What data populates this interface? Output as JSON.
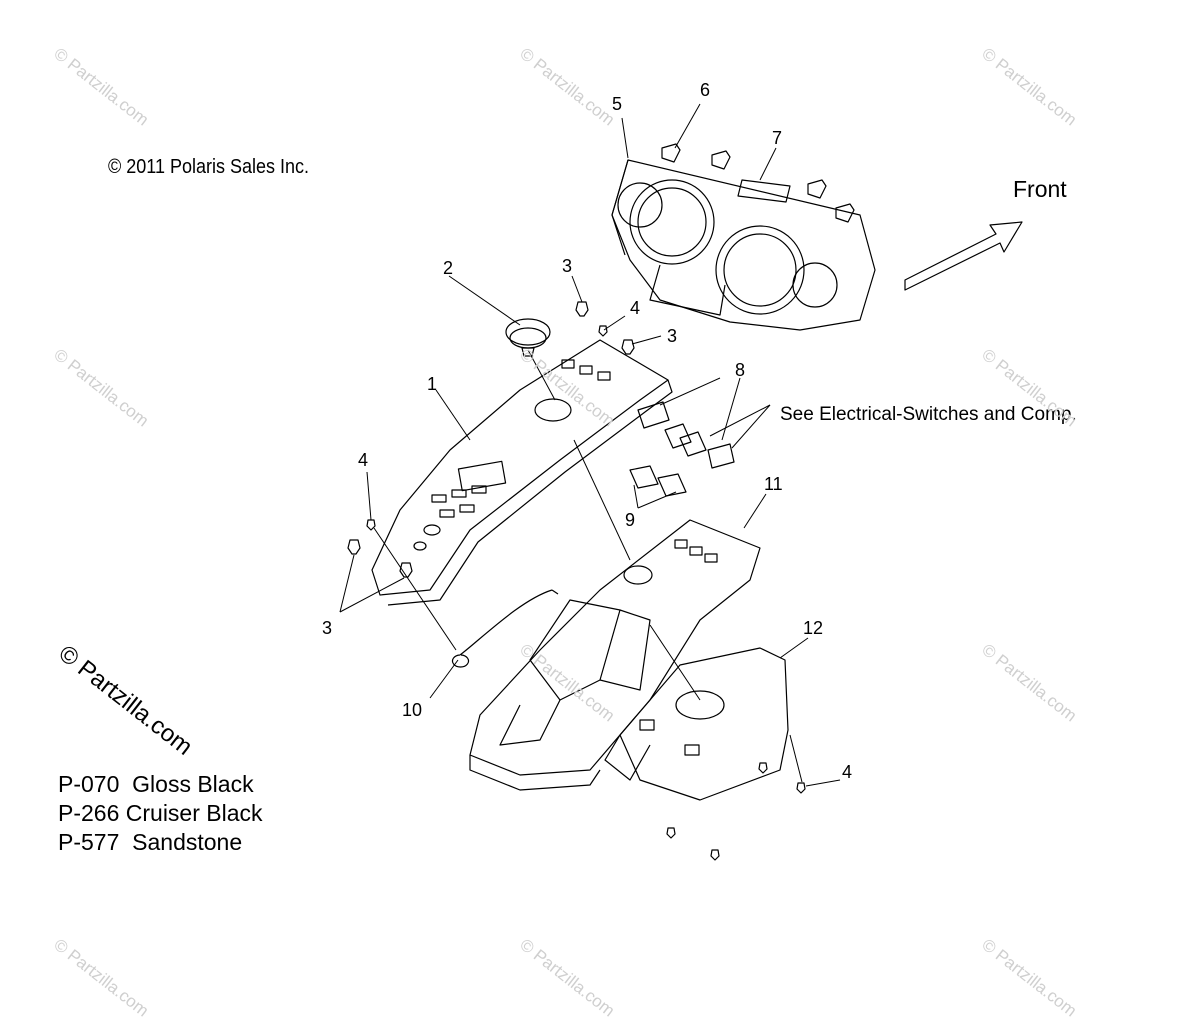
{
  "copyright": "© 2011 Polaris Sales Inc.",
  "front_label": "Front",
  "see_note": "See Electrical-Switches and Comp.",
  "watermark_main": "© Partzilla.com",
  "watermark_small": "© Partzilla.com",
  "color_legend": [
    {
      "code": "P-070",
      "name": "Gloss Black"
    },
    {
      "code": "P-266",
      "name": "Cruiser Black"
    },
    {
      "code": "P-577",
      "name": "Sandstone"
    }
  ],
  "callouts": [
    "1",
    "2",
    "3",
    "3",
    "3",
    "4",
    "4",
    "4",
    "5",
    "6",
    "7",
    "8",
    "9",
    "10",
    "11",
    "12"
  ],
  "colors": {
    "line": "#000000",
    "watermark": "#cfcfcf"
  }
}
